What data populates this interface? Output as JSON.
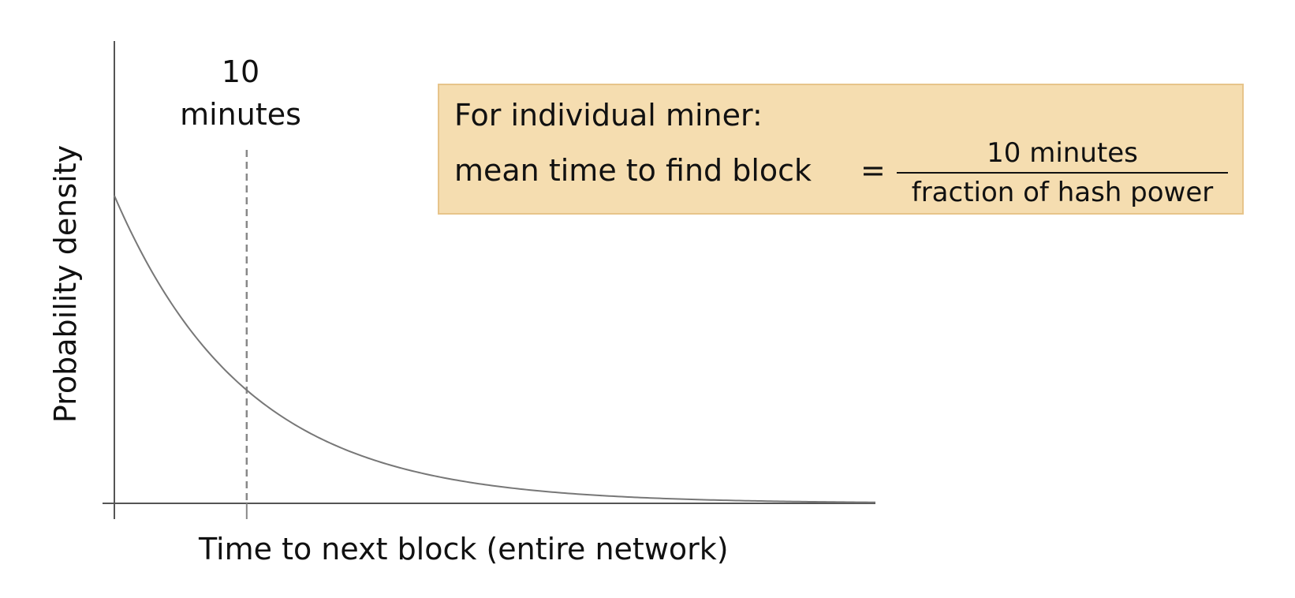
{
  "colors": {
    "axis": "#555555",
    "curve": "#777777",
    "marker_line": "#888888",
    "box_fill": "#f5ddb0",
    "box_border": "#e7c48a",
    "text": "#111111"
  },
  "chart_data": {
    "type": "line",
    "xlabel": "Time to next block (entire network)",
    "ylabel": "Probability density",
    "title": "",
    "xlim": [
      0,
      57.5
    ],
    "ylim": [
      0,
      0.1
    ],
    "series": [
      {
        "function": "exponential pdf",
        "rate_per_minute": 0.1,
        "x": [
          0,
          2.5,
          5,
          7.5,
          10,
          12.5,
          15,
          17.5,
          20,
          22.5,
          25,
          27.5,
          30,
          32.5,
          35,
          37.5,
          40,
          42.5,
          45,
          47.5,
          50,
          52.5,
          55,
          57.5
        ],
        "y": [
          0.1,
          0.0779,
          0.0607,
          0.0472,
          0.0368,
          0.0287,
          0.0223,
          0.0174,
          0.0135,
          0.0105,
          0.0082,
          0.0064,
          0.005,
          0.0039,
          0.003,
          0.0024,
          0.0018,
          0.0014,
          0.0011,
          0.0009,
          0.0007,
          0.0005,
          0.0004,
          0.0003
        ]
      }
    ],
    "marker": {
      "x": 10,
      "label_line1": "10",
      "label_line2": "minutes",
      "style": "dashed"
    },
    "grid": false
  },
  "formula_box": {
    "heading": "For individual miner:",
    "lhs": "mean time to find block",
    "equals": "=",
    "numerator": "10 minutes",
    "denominator": "fraction of hash power"
  }
}
